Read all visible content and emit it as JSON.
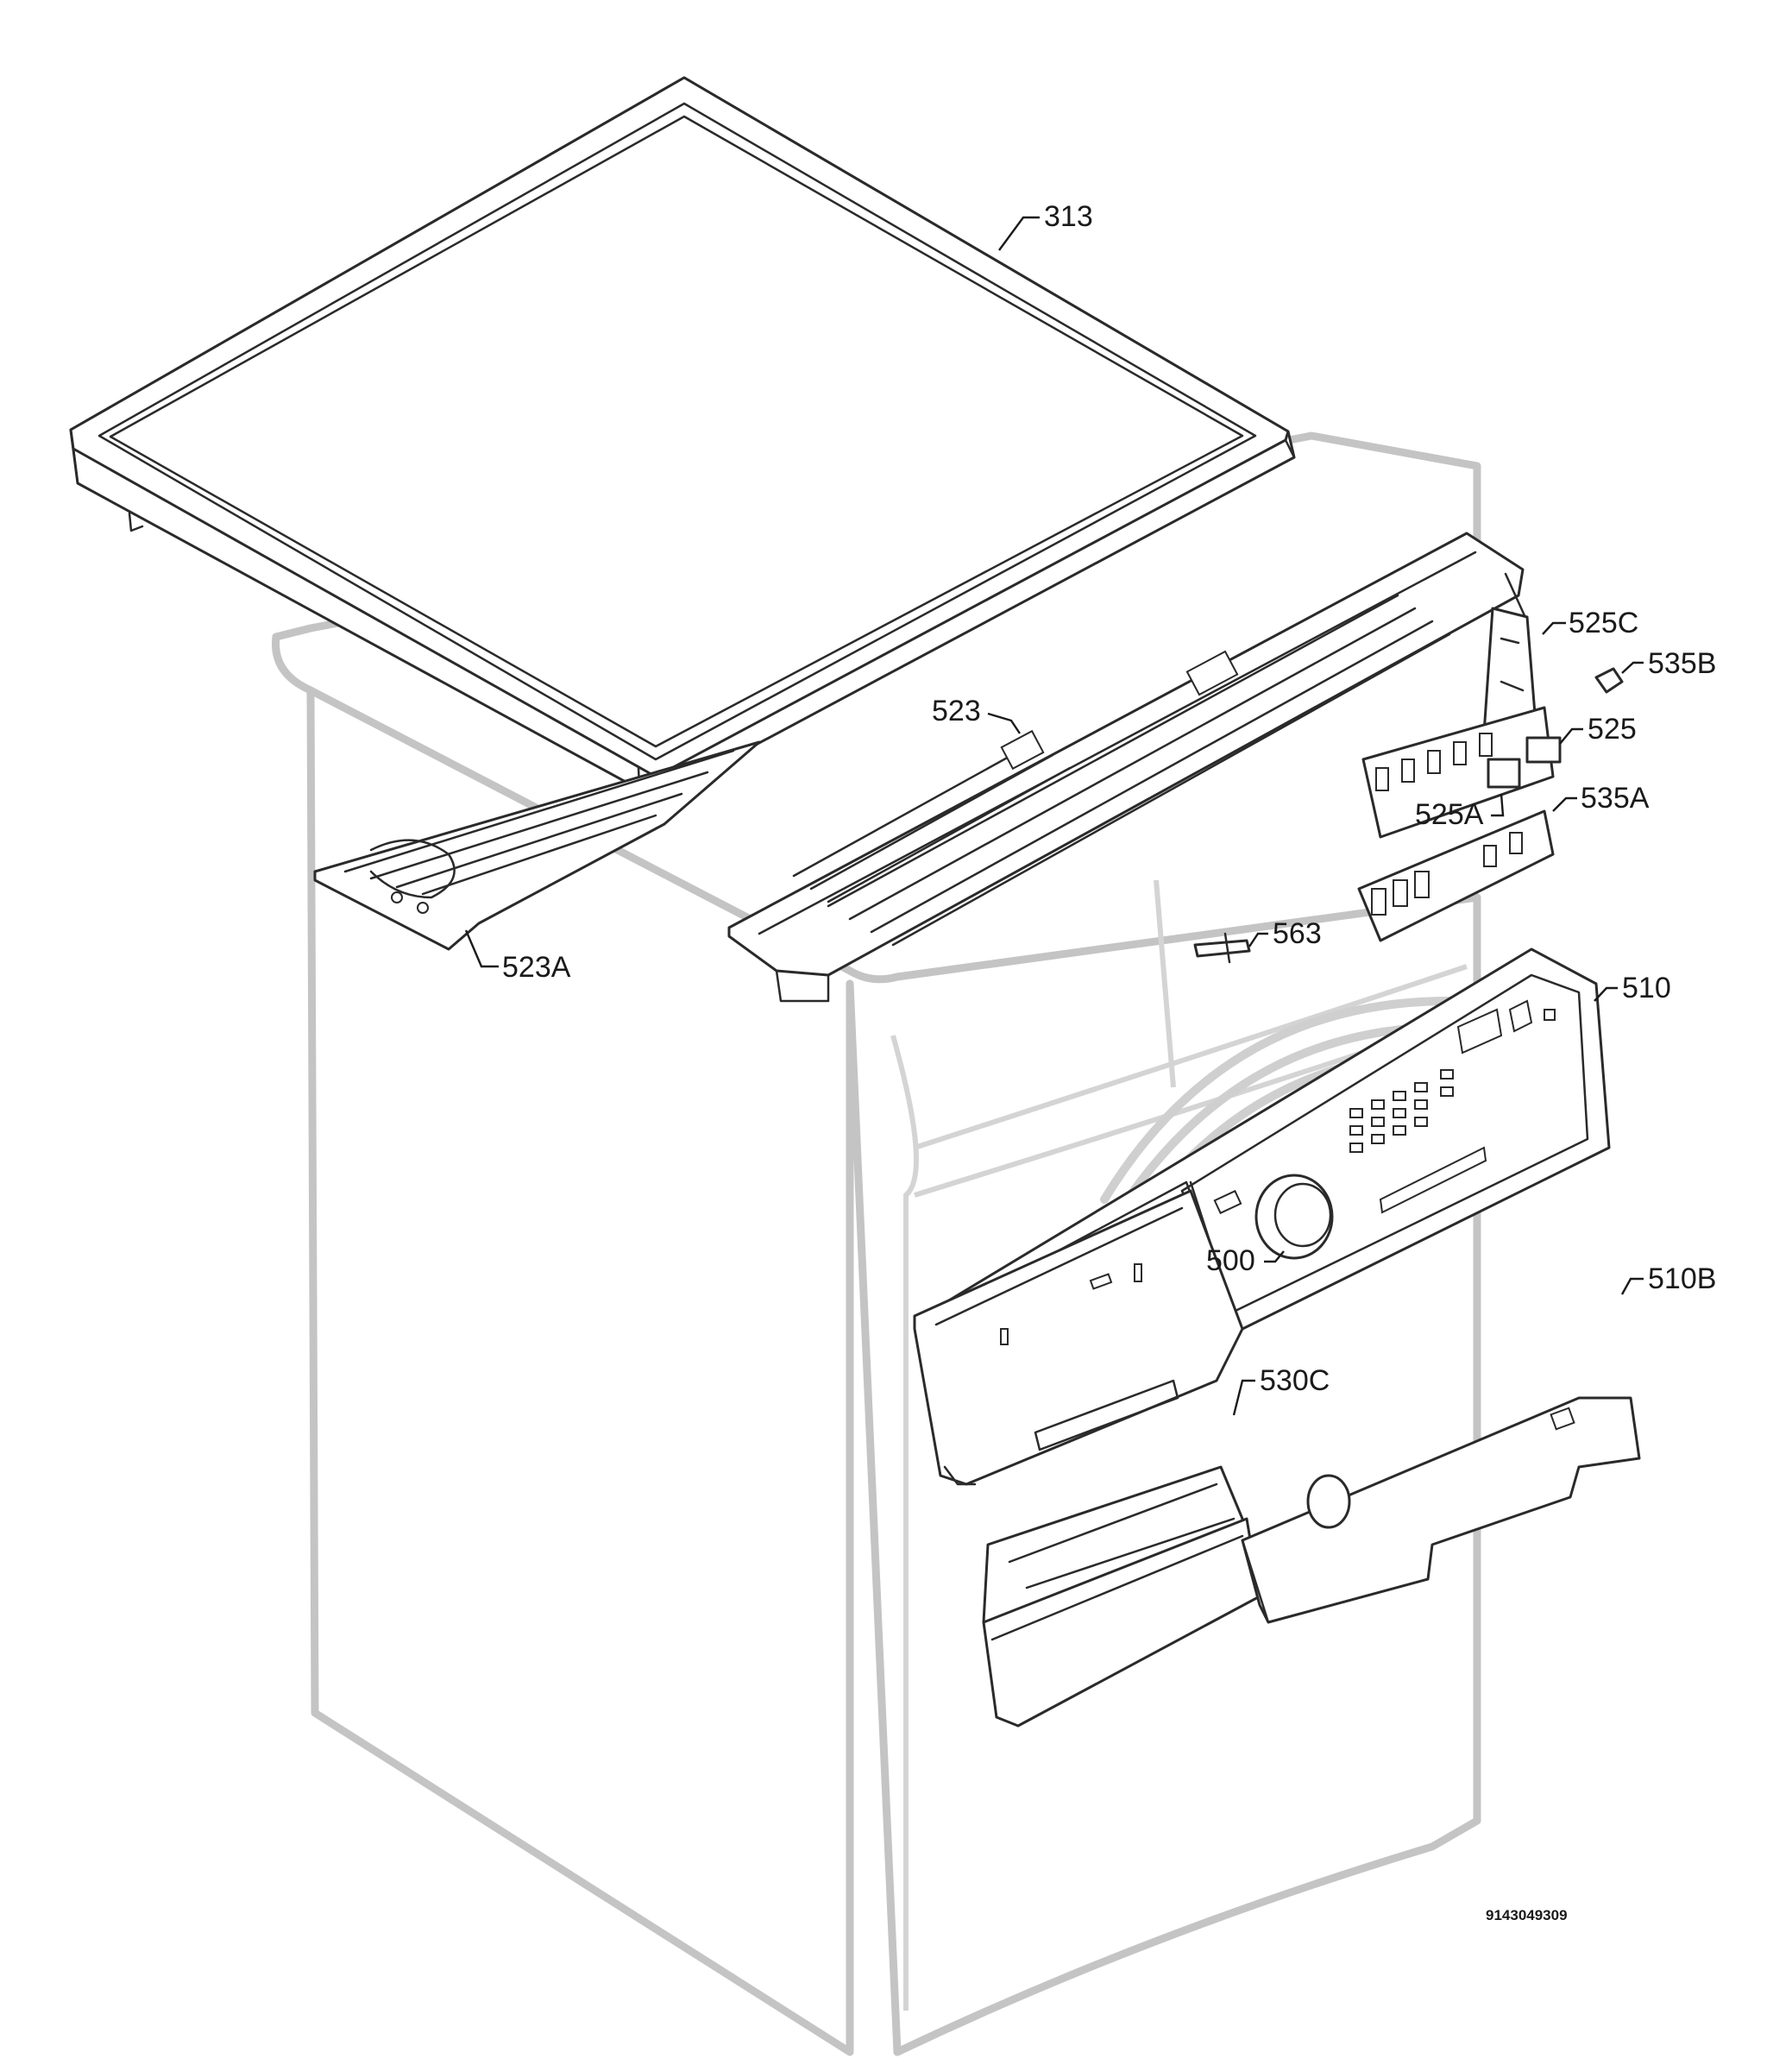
{
  "diagram": {
    "callouts": [
      {
        "id": "313",
        "text": "313"
      },
      {
        "id": "523",
        "text": "523"
      },
      {
        "id": "523A",
        "text": "523A"
      },
      {
        "id": "525C",
        "text": "525C"
      },
      {
        "id": "535B",
        "text": "535B"
      },
      {
        "id": "525",
        "text": "525"
      },
      {
        "id": "525A",
        "text": "525A"
      },
      {
        "id": "535A",
        "text": "535A"
      },
      {
        "id": "563",
        "text": "563"
      },
      {
        "id": "510",
        "text": "510"
      },
      {
        "id": "500",
        "text": "500"
      },
      {
        "id": "510B",
        "text": "510B"
      },
      {
        "id": "530C",
        "text": "530C"
      }
    ],
    "document_number": "9143049309"
  }
}
